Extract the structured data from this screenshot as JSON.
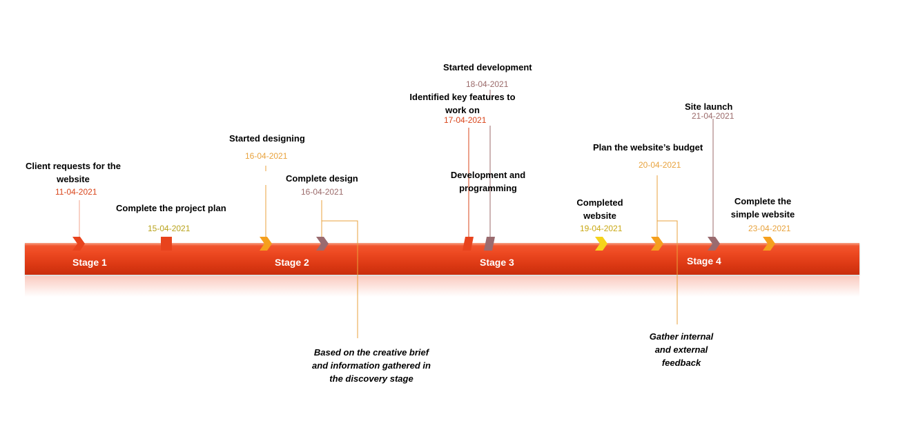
{
  "stages": [
    "Stage 1",
    "Stage 2",
    "Stage 3",
    "Stage 4"
  ],
  "events": [
    {
      "title": "Client requests for the website",
      "date": "11-04-2021",
      "date_color": "#d9441a"
    },
    {
      "title": "Complete the project plan",
      "date": "15-04-2021",
      "date_color": "#b8a21a"
    },
    {
      "title": "Started designing",
      "date": "16-04-2021",
      "date_color": "#e8a23c"
    },
    {
      "title": "Complete design",
      "date": "16-04-2021",
      "date_color": "#9b6a6a"
    },
    {
      "title": "Identified key features to work on",
      "date": "17-04-2021",
      "date_color": "#d9441a"
    },
    {
      "title": "Started development",
      "date": "18-04-2021",
      "date_color": "#9b6a6a"
    },
    {
      "title": "Development and programming",
      "date": ""
    },
    {
      "title": "Completed website",
      "date": "19-04-2021",
      "date_color": "#c9a814"
    },
    {
      "title": "Plan the website’s budget",
      "date": "20-04-2021",
      "date_color": "#e8a23c"
    },
    {
      "title": "Site launch",
      "date": "21-04-2021",
      "date_color": "#9b6a6a"
    },
    {
      "title": "Complete the simple website",
      "date": "23-04-2021",
      "date_color": "#e8a23c"
    }
  ],
  "notes": [
    "Based on the creative brief and information gathered in the discovery stage",
    "Gather internal and external feedback"
  ],
  "colors": {
    "band": "#ee4a22",
    "marker_red": "#e8431d",
    "marker_orange": "#f5a01e",
    "marker_mauve": "#9a6b6f",
    "marker_yellow": "#f5d31b",
    "connector": "#e8a23c"
  }
}
